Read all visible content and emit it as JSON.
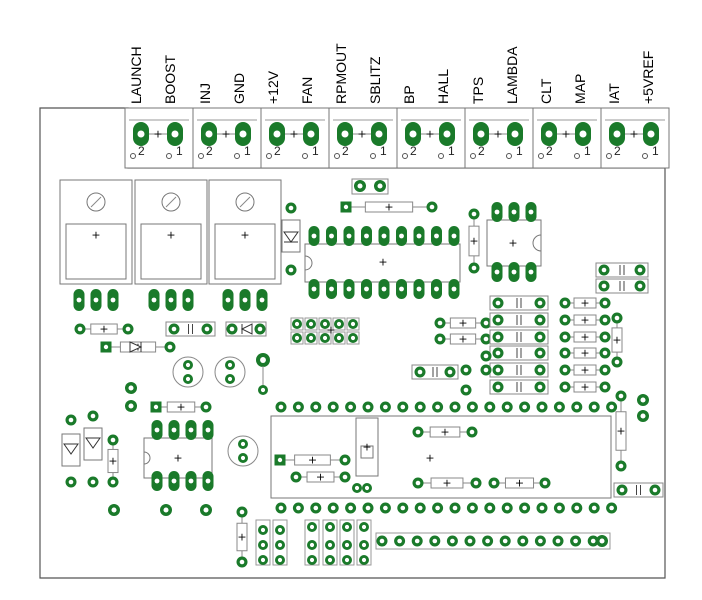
{
  "connector_labels": [
    "LAUNCH",
    "BOOST",
    "INJ",
    "GND",
    "+12V",
    "FAN",
    "RPMOUT",
    "SBLITZ",
    "BP",
    "HALL",
    "TPS",
    "LAMBDA",
    "CLT",
    "MAP",
    "IAT",
    "+5VREF"
  ],
  "block_pin_labels": [
    "2",
    "1"
  ],
  "plus_mark": "+",
  "colors": {
    "pad": "#1a7a2a",
    "pad_ring": "#ffffff",
    "outline": "#8a8a8a",
    "silk": "#111111",
    "board": "#5a5a5a"
  }
}
